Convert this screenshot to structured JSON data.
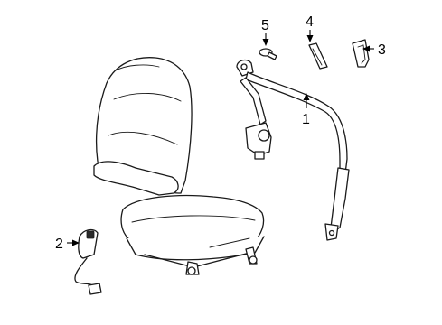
{
  "callouts": [
    {
      "number": "1",
      "part": "seat-belt-retractor-assembly"
    },
    {
      "number": "2",
      "part": "buckle-assembly"
    },
    {
      "number": "3",
      "part": "guide-cover"
    },
    {
      "number": "4",
      "part": "trim-cover"
    },
    {
      "number": "5",
      "part": "anchor-bolt"
    }
  ]
}
